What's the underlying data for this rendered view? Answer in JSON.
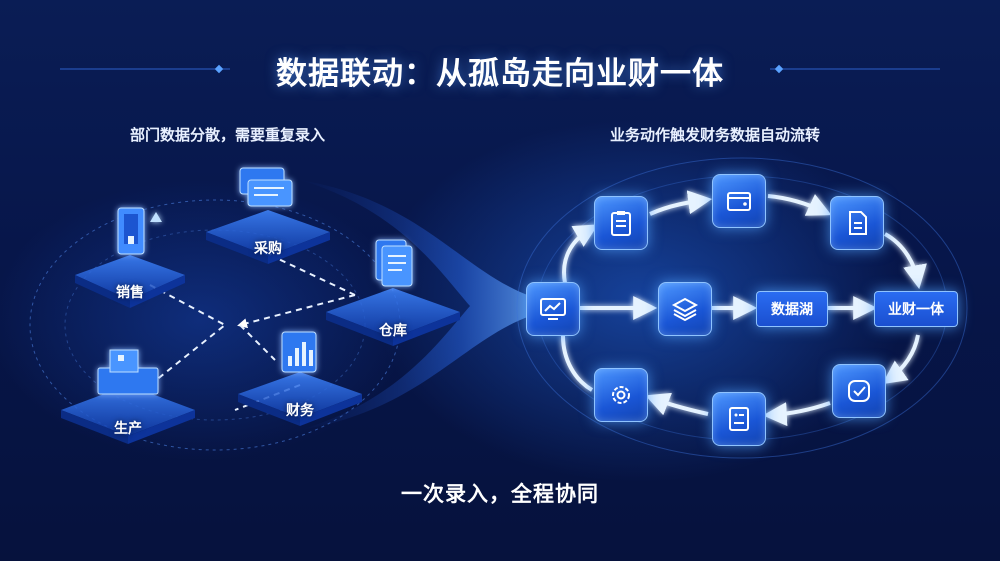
{
  "title": "数据联动：从孤岛走向业财一体",
  "left": {
    "subtitle": "部门数据分散，需要重复录入",
    "departments": [
      {
        "label": "销售",
        "icon": "mobile-lock-icon"
      },
      {
        "label": "采购",
        "icon": "cards-icon"
      },
      {
        "label": "仓库",
        "icon": "documents-icon"
      },
      {
        "label": "生产",
        "icon": "factory-icon"
      },
      {
        "label": "财务",
        "icon": "bar-chart-icon"
      }
    ]
  },
  "right": {
    "subtitle": "业务动作触发财务数据自动流转",
    "nodes": {
      "start": "monitor-chart-icon",
      "top": [
        "clipboard-icon",
        "wallet-icon",
        "document-icon"
      ],
      "middle": "layers-icon",
      "bottom": [
        "gear-icon",
        "form-icon",
        "check-badge-icon"
      ]
    },
    "data_lake": "数据湖",
    "integration": "业财一体"
  },
  "footer": "一次录入，全程协同",
  "colors": {
    "background": "#07164a",
    "accent": "#2a6cf2",
    "glow": "#8fc3ff"
  }
}
